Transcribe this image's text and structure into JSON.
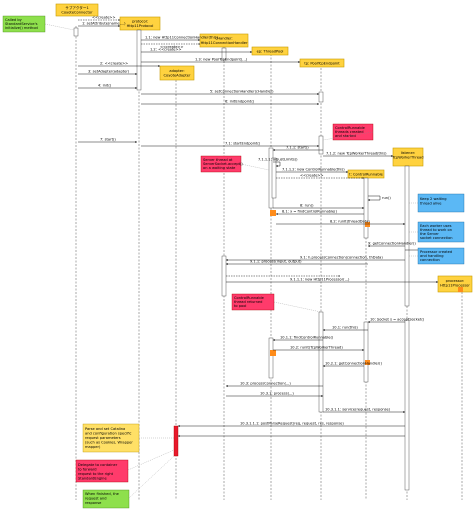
{
  "colors": {
    "participant_fill": "#ffd23f",
    "participant_stroke": "#c89b00",
    "note_red": "#ff3b6b",
    "note_blue": "#5bb8f5",
    "note_green": "#8ee04c",
    "note_yellow": "#ffe066",
    "arrow": "#000000",
    "lifeline": "#555555",
    "activation_fill": "#ffffff",
    "activation_orange": "#ff9a2e",
    "activation_red": "#e8192c",
    "corner_orange": "#ff8c1a"
  },
  "participants": [
    {
      "id": "p0",
      "label1": "サブアクター1",
      "label2": "CoyoteConnector"
    },
    {
      "id": "p1",
      "label1": "protocol:",
      "label2": "Http11Protocol"
    },
    {
      "id": "p2",
      "label1": "adapter:",
      "label2": "CoyoteAdapter"
    },
    {
      "id": "p3",
      "label1": "cHandler:",
      "label2": "Http11ConnectionHandler"
    },
    {
      "id": "p4",
      "label1": "ep:",
      "label2": "ThreadPool"
    },
    {
      "id": "p5",
      "label1": "tp:",
      "label2": "PoolTcpEndpoint"
    },
    {
      "id": "p6",
      "label1": "tp:",
      "label2": "ThreadPool"
    },
    {
      "id": "p7",
      "label1": "t:",
      "label2": "ControlRunnable"
    },
    {
      "id": "p8",
      "label1": "listener:",
      "label2": "TcpWorkerThread"
    },
    {
      "id": "p9",
      "label1": "processor:",
      "label2": "Http11Processor"
    }
  ],
  "notes": [
    {
      "id": "n0",
      "color": "green",
      "text": [
        "Called by",
        "StandardService's",
        "initialize() method"
      ]
    },
    {
      "id": "n1",
      "color": "red",
      "text": [
        "ControlRunnable",
        "threads created",
        "and started"
      ]
    },
    {
      "id": "n2",
      "color": "red",
      "text": [
        "Server thread at",
        "ServerSocket.accept()",
        "on a waiting state"
      ]
    },
    {
      "id": "n3",
      "color": "blue",
      "text": [
        "Keep 2 waiting",
        "thread alive"
      ]
    },
    {
      "id": "n4",
      "color": "blue",
      "text": [
        "Each worker uses",
        "thread to work on",
        "the Server",
        "socket connection"
      ]
    },
    {
      "id": "n5",
      "color": "blue",
      "text": [
        "Processor created",
        "and handling",
        "connection"
      ]
    },
    {
      "id": "n6",
      "color": "red",
      "text": [
        "ControlRunnable",
        "thread returned",
        "to pool"
      ]
    },
    {
      "id": "n7",
      "color": "yellow",
      "text": [
        "Parse and set Catalina",
        "and configuration specific",
        "request parameters",
        "(such as Cookies, Wrapper",
        "mapper)"
      ]
    },
    {
      "id": "n8",
      "color": "red",
      "text": [
        "Delegate to container",
        "to forward",
        "request to the right",
        "StandardEngine"
      ]
    },
    {
      "id": "n9",
      "color": "green",
      "text": [
        "When finished, the",
        "request and",
        "response"
      ]
    }
  ],
  "messages": [
    {
      "id": "m0",
      "label": "<<create>>"
    },
    {
      "id": "m1",
      "label": "1: setAttribute(name,...)"
    },
    {
      "id": "m2",
      "label": "1.1: new Http11ConnectionHandler(this)"
    },
    {
      "id": "m3",
      "label": "<<create>>"
    },
    {
      "id": "m4",
      "label": "1.2: <<create>>"
    },
    {
      "id": "m5",
      "label": "1.3: new PoolTcpEndpoint(...)"
    },
    {
      "id": "m6",
      "label": "2: <<create>>"
    },
    {
      "id": "m7",
      "label": "3: setAdapter(adapter)"
    },
    {
      "id": "m8",
      "label": "4: init()"
    },
    {
      "id": "m9",
      "label": "5: setConnectionHandler(cHandler)"
    },
    {
      "id": "m10",
      "label": "6: initEndpoint()"
    },
    {
      "id": "m11",
      "label": "7: start()"
    },
    {
      "id": "m12",
      "label": "7.1: startEndpoint()"
    },
    {
      "id": "m13",
      "label": "7.1.1: start()"
    },
    {
      "id": "m14",
      "label": "7.1.2: new TcpWorkerThread(this)"
    },
    {
      "id": "m15",
      "label": "7.1.1.1: adjustLimits()"
    },
    {
      "id": "m16",
      "label": "7.1.1.2: new ControlRunnable(this)"
    },
    {
      "id": "m17",
      "label": "<<create>>"
    },
    {
      "id": "m18",
      "label": "run()"
    },
    {
      "id": "m19",
      "label": "8: run()"
    },
    {
      "id": "m20",
      "label": "8.1: x = findControlRunnable()"
    },
    {
      "id": "m21",
      "label": "8.2: runIt(threadData)"
    },
    {
      "id": "m22",
      "label": "9: getConnectionHandler()"
    },
    {
      "id": "m23",
      "label": "9.1: h.processConnection(connection, thData)"
    },
    {
      "id": "m24",
      "label": "9.1.1: process(input, output)"
    },
    {
      "id": "m25",
      "label": "9.1.1.1: new Http11Processor(...)"
    },
    {
      "id": "m26",
      "label": "10: Socket s = acceptSocket()"
    },
    {
      "id": "m27",
      "label": "10.1: run(this)"
    },
    {
      "id": "m28",
      "label": "10.1.1: findControlRunnable()"
    },
    {
      "id": "m29",
      "label": "10.2: runIt(TcpWorkerThread)"
    },
    {
      "id": "m30",
      "label": "10.2.1: getConnectionHandler()"
    },
    {
      "id": "m31",
      "label": "10.3: processConnection(...)"
    },
    {
      "id": "m32",
      "label": "10.3.1: process(...)"
    },
    {
      "id": "m33",
      "label": "10.3.1.1: service(request, response)"
    },
    {
      "id": "m34",
      "label": "10.3.1.1.1: postParseRequest(req, request, res, response)"
    }
  ]
}
